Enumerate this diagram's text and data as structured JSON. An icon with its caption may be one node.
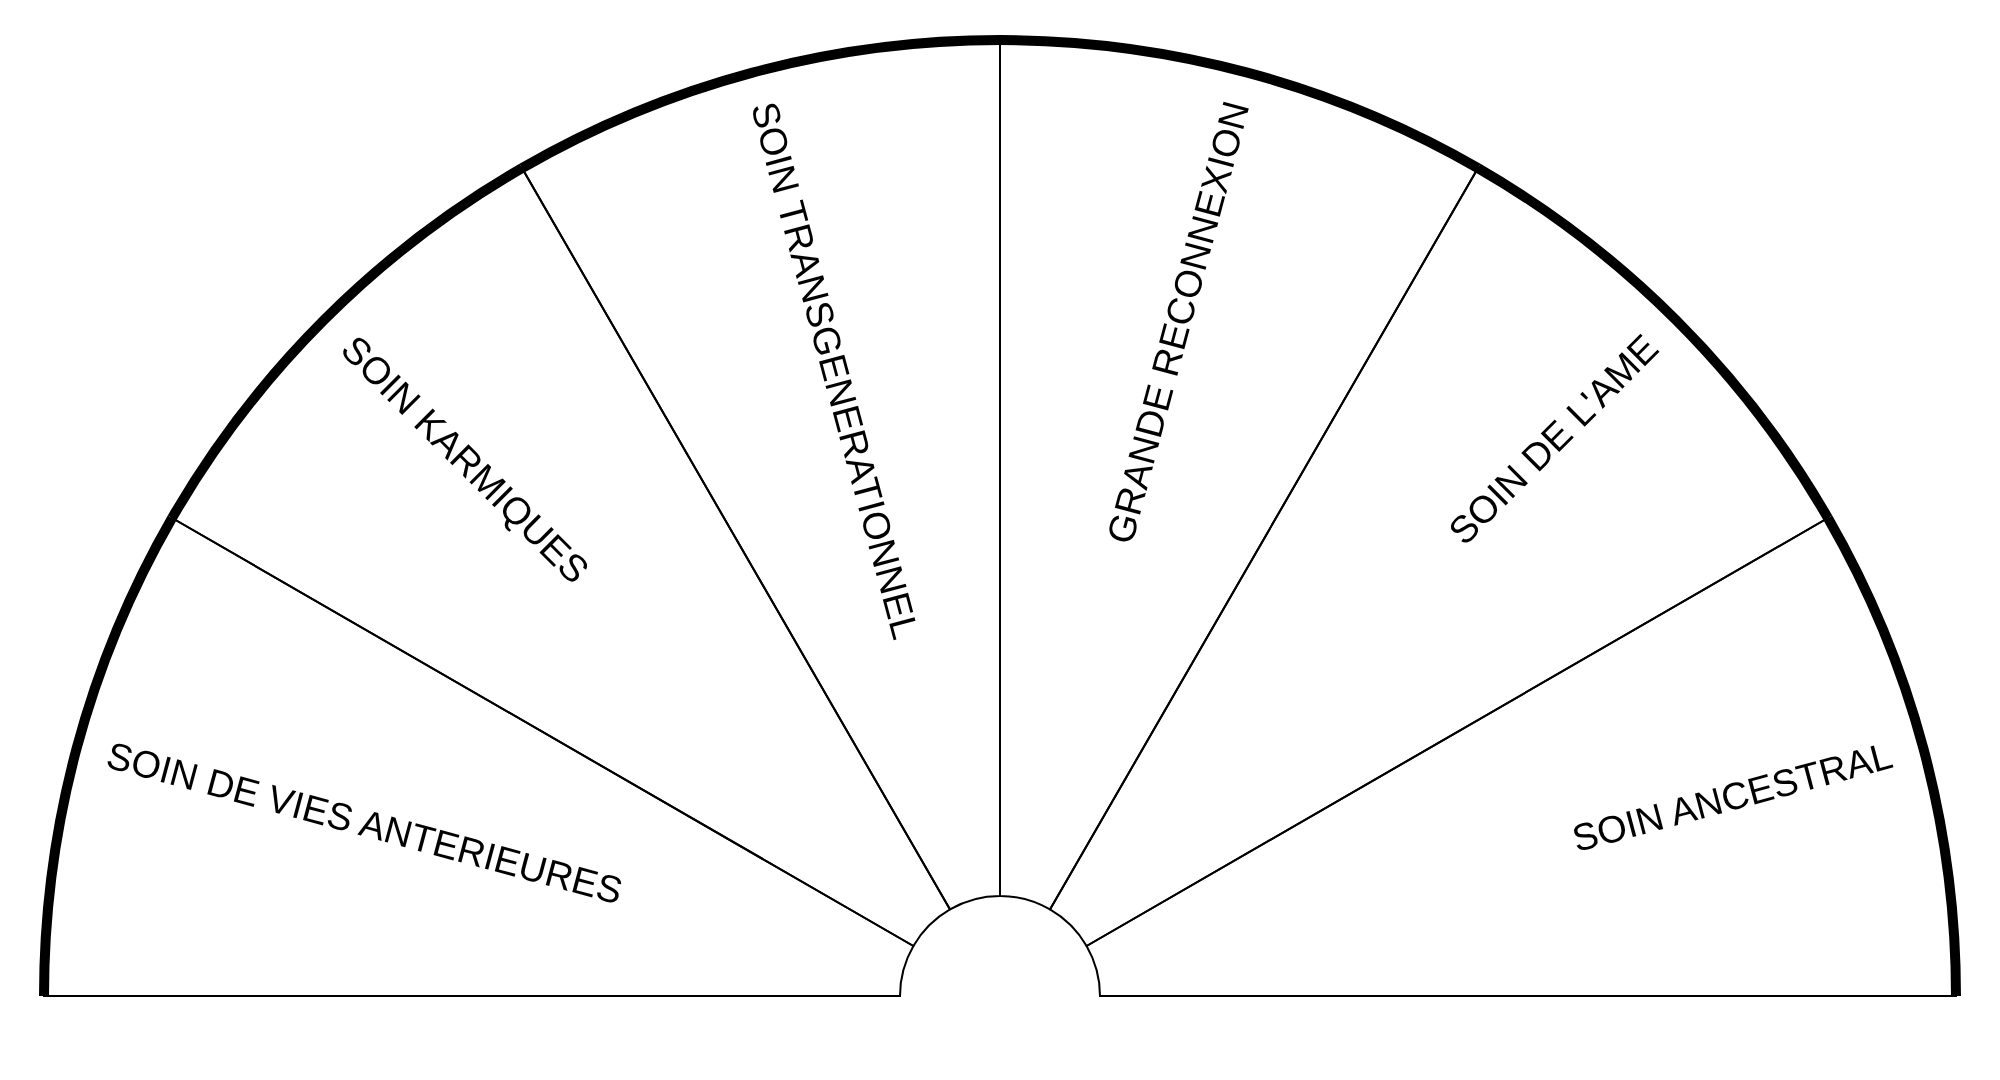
{
  "diagram": {
    "nodes": [
      {
        "text": [
          "SOIN DE VIES ANTERIEURES"
        ]
      },
      {
        "text": [
          "SOIN KARMIQUES"
        ]
      },
      {
        "text": [
          "SOIN TRANSGENERATIONNEL"
        ]
      },
      {
        "text": [
          "GRANDE RECONNEXION"
        ]
      },
      {
        "text": [
          "SOIN DE L'AME"
        ]
      },
      {
        "text": [
          "SOIN ANCESTRAL"
        ]
      }
    ]
  }
}
